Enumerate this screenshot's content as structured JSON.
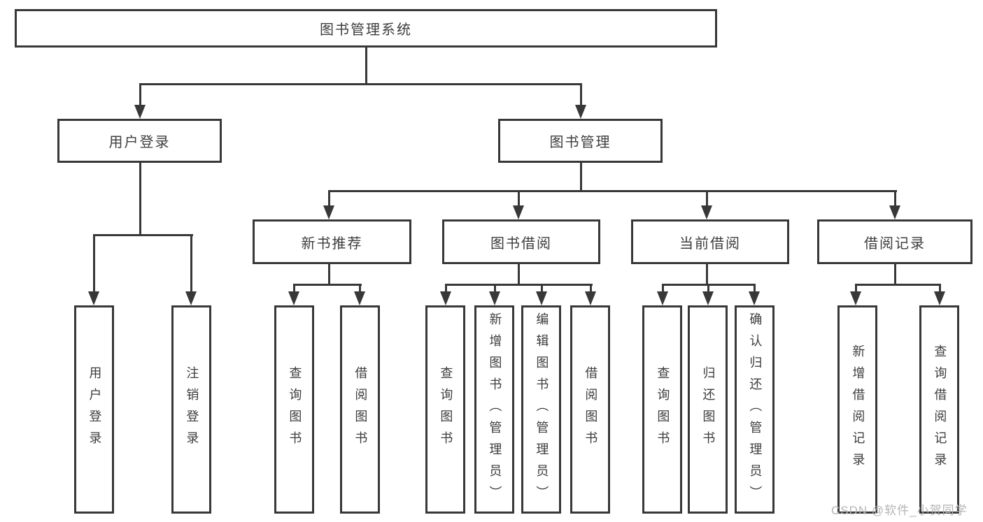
{
  "diagram": {
    "title": "图书管理系统",
    "branches": [
      {
        "label": "用户登录",
        "children": [
          "用户登录",
          "注销登录"
        ]
      },
      {
        "label": "图书管理",
        "sections": [
          {
            "label": "新书推荐",
            "children": [
              "查询图书",
              "借阅图书"
            ]
          },
          {
            "label": "图书借阅",
            "children": [
              "查询图书",
              "新增图书（管理员）",
              "编辑图书（管理员）",
              "借阅图书"
            ]
          },
          {
            "label": "当前借阅",
            "children": [
              "查询图书",
              "归还图书",
              "确认归还（管理员）"
            ]
          },
          {
            "label": "借阅记录",
            "children": [
              "新增借阅记录",
              "查询借阅记录"
            ]
          }
        ]
      }
    ]
  },
  "watermark": "CSDN @软件_小贺同学",
  "colors": {
    "line": "#383838",
    "text": "#3d3d3d",
    "background": "#ffffff",
    "watermark": "#b5b5b5"
  }
}
